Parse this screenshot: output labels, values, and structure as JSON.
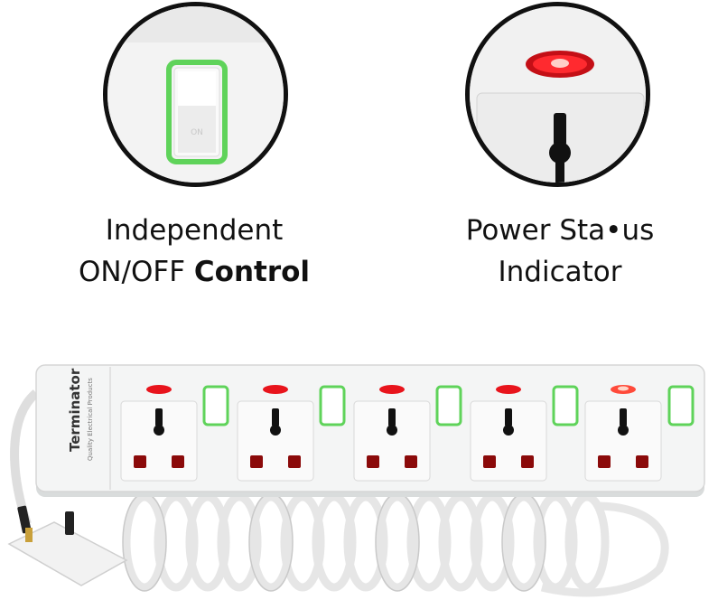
{
  "features": [
    {
      "line1": "Independent",
      "line2_plain": "ON/OFF ",
      "line2_bold": "Control",
      "icon": "rocker-switch-icon"
    },
    {
      "line1": "Power Sta•us",
      "line2": "Indicator",
      "icon": "red-indicator-light-icon"
    }
  ],
  "product": {
    "brand": "Terminator",
    "tagline": "Quality Electrical Products",
    "socket_count": 5,
    "colors": {
      "body": "#f4f5f5",
      "switch_glow": "#5fd35a",
      "indicator": "#e8141c",
      "socket_pin": "#8b0a0a"
    }
  }
}
